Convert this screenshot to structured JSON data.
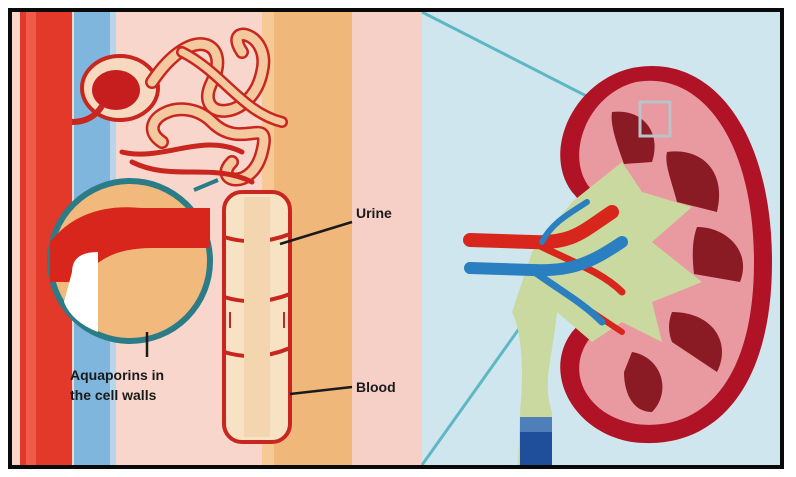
{
  "labels": {
    "urine": "Urine",
    "blood": "Blood",
    "aquaporins_line1": "Aquaporins in",
    "aquaporins_line2": "the cell walls"
  },
  "colors": {
    "background": "#cfe6ef",
    "artery_red": "#d8261c",
    "vein_blue": "#2a7fc0",
    "ureter_green": "#c9d9a0",
    "kidney_dark": "#b01226",
    "kidney_pink": "#e89aa0",
    "pyramid": "#8a1a24",
    "tubule_fill": "#f5c9a0",
    "duct_fill": "#f0b77a",
    "panel_bg": "#f8d6cc"
  }
}
